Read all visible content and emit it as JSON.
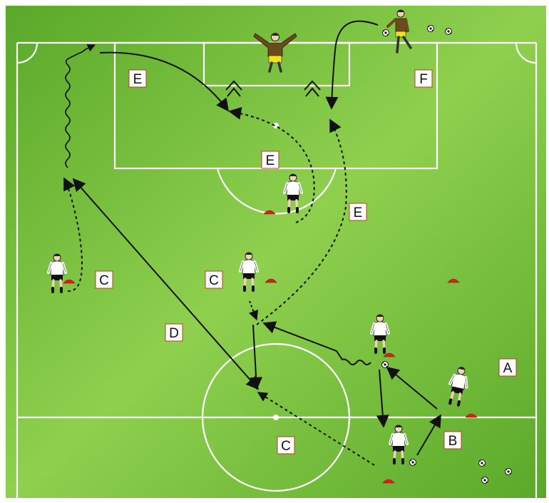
{
  "colors": {
    "pitch_dark": "#4f9a22",
    "pitch_light": "#8fd04e",
    "line": "#ffffff",
    "marker_fill": "#ffffff",
    "marker_border": "#c0392b",
    "cone": "#e21b1b",
    "player_shirt": "#ffffff",
    "player_shorts": "#111111",
    "keeper_shirt": "#6b4a1d",
    "keeper_shorts": "#f2e21b",
    "arrow": "#111111"
  },
  "markers": [
    {
      "id": "e-top-left",
      "label": "E"
    },
    {
      "id": "f-top-right",
      "label": "F"
    },
    {
      "id": "e-box",
      "label": "E"
    },
    {
      "id": "e-right",
      "label": "E"
    },
    {
      "id": "c-left",
      "label": "C"
    },
    {
      "id": "c-center",
      "label": "C"
    },
    {
      "id": "d-mid",
      "label": "D"
    },
    {
      "id": "a-right",
      "label": "A"
    },
    {
      "id": "b-bottom",
      "label": "B"
    },
    {
      "id": "c-bottom",
      "label": "C"
    }
  ],
  "icons": {
    "player": "player-icon",
    "goalkeeper": "goalkeeper-icon",
    "cone": "cone-icon",
    "ball": "ball-icon"
  }
}
